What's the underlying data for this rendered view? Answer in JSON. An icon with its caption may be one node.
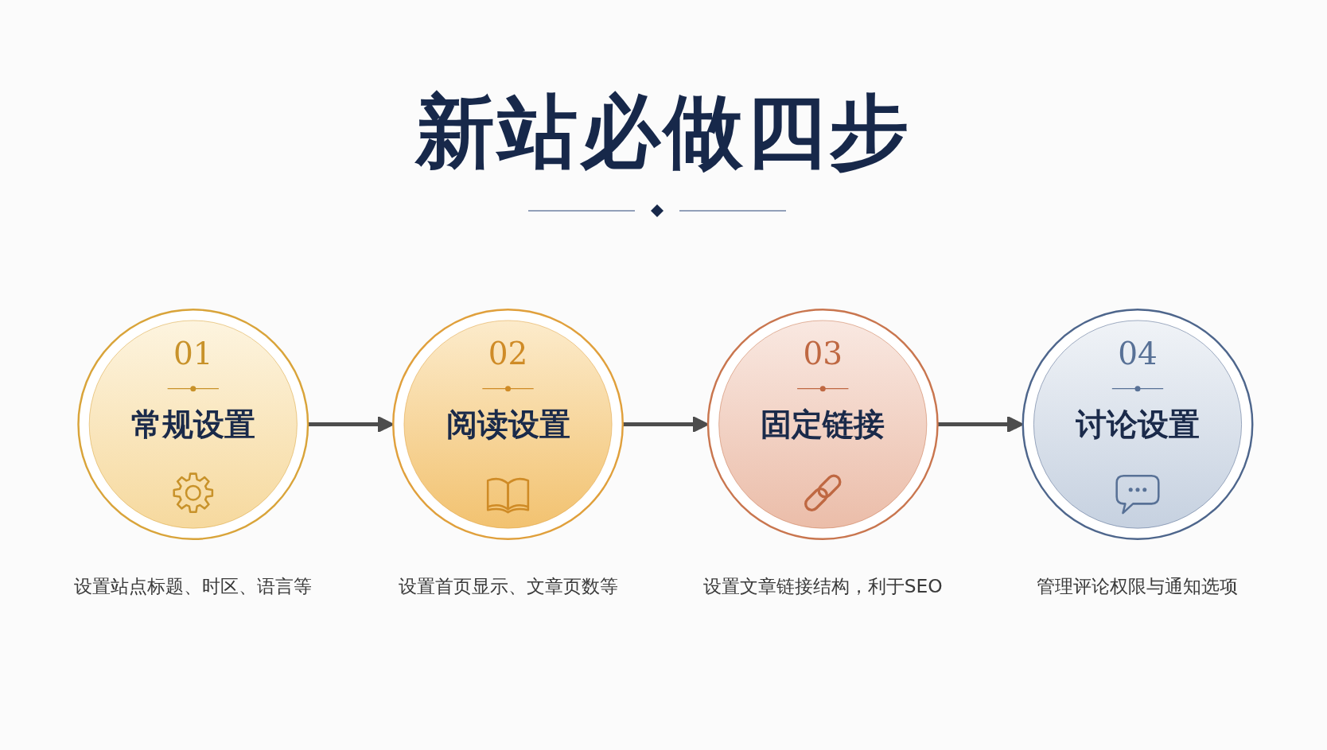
{
  "diagram": {
    "title": "新站必做四步",
    "nodes": [
      {
        "text": [
          "01",
          "常规设置"
        ],
        "beside": [
          "设置站点标题、时区、语言等"
        ]
      },
      {
        "text": [
          "02",
          "阅读设置"
        ],
        "beside": [
          "设置首页显示、文章页数等"
        ]
      },
      {
        "text": [
          "03",
          "固定链接"
        ],
        "beside": [
          "设置文章链接结构，利于SEO"
        ]
      },
      {
        "text": [
          "04",
          "讨论设置"
        ],
        "beside": [
          "管理评论权限与通知选项"
        ]
      }
    ],
    "edges": [
      {
        "from": 0,
        "to": 1,
        "arrow": "to"
      },
      {
        "from": 1,
        "to": 2,
        "arrow": "to"
      },
      {
        "from": 2,
        "to": 3,
        "arrow": "to"
      }
    ]
  }
}
